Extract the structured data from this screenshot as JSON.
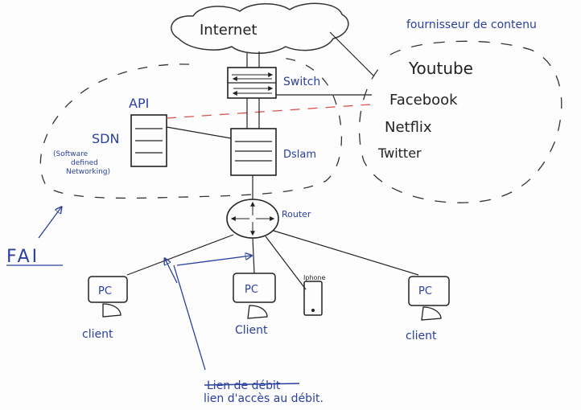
{
  "nodes": {
    "internet": "Internet",
    "switch": "Switch",
    "dslam": "Dslam",
    "router": "Router",
    "api": "API",
    "sdn": "SDN",
    "sdn_sub": [
      "(Software",
      "defined",
      "Networking)"
    ],
    "iphone": "Iphone",
    "pc": "PC",
    "client": "client",
    "client_cap": "Client"
  },
  "provider": {
    "title": "fournisseur de contenu",
    "items": [
      "Youtube",
      "Facebook",
      "Netflix",
      "Twitter"
    ]
  },
  "labels": {
    "fai": "FAI",
    "lien_crossed": "Lien de débit",
    "lien": "lien d'accès  au débit."
  },
  "colors": {
    "ink": "#222222",
    "blue_ink": "#2a3f9e",
    "red_dash": "#d9534f"
  }
}
